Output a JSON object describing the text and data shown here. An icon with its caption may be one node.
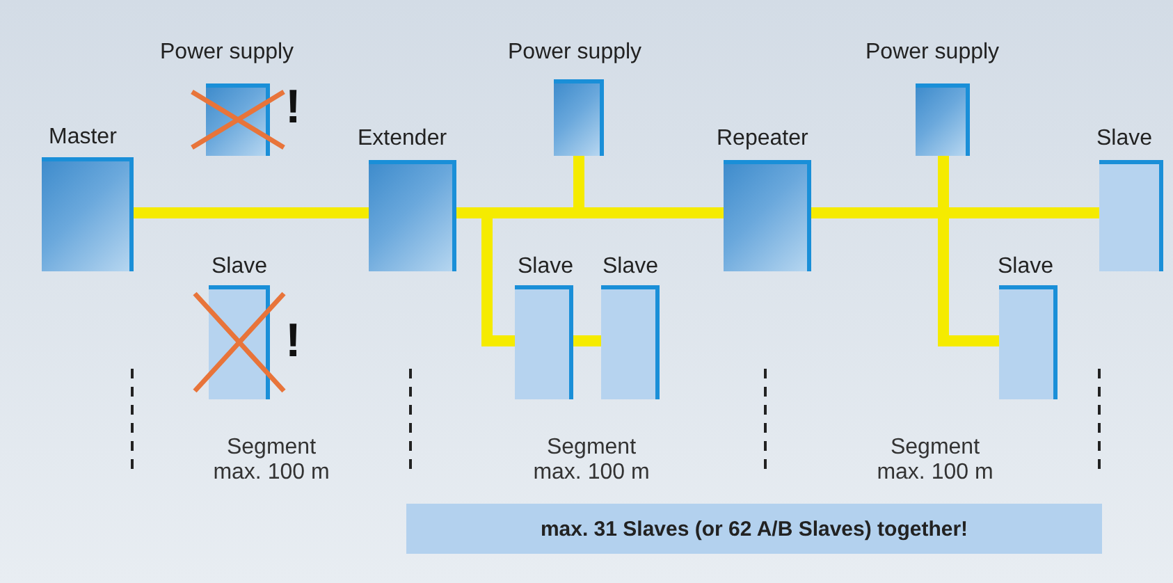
{
  "diagram": {
    "nodes": [
      {
        "text": [
          "Master"
        ]
      },
      {
        "text": [
          "Power supply"
        ],
        "beside": [
          "!"
        ]
      },
      {
        "text": [
          "Slave"
        ],
        "beside": [
          "!"
        ]
      },
      {
        "text": [
          "Extender"
        ]
      },
      {
        "text": [
          "Power supply"
        ]
      },
      {
        "text": [
          "Slave"
        ]
      },
      {
        "text": [
          "Slave"
        ]
      },
      {
        "text": [
          "Repeater"
        ]
      },
      {
        "text": [
          "Power supply"
        ]
      },
      {
        "text": [
          "Slave"
        ]
      },
      {
        "text": [
          "Slave"
        ]
      },
      {
        "text": [
          "max. 31 Slaves (or 62 A/B Slaves) together!"
        ]
      }
    ],
    "edges": [
      {
        "from": 0,
        "to": 3,
        "arrow": "none"
      },
      {
        "from": 3,
        "to": 4,
        "arrow": "none"
      },
      {
        "from": 3,
        "to": 5,
        "arrow": "none"
      },
      {
        "from": 5,
        "to": 6,
        "arrow": "none"
      },
      {
        "from": 3,
        "to": 7,
        "arrow": "none"
      },
      {
        "from": 7,
        "to": 8,
        "arrow": "none"
      },
      {
        "from": 7,
        "to": 9,
        "arrow": "none"
      },
      {
        "from": 7,
        "to": 10,
        "arrow": "none"
      }
    ],
    "labels": [
      "Segment max. 100 m",
      "Segment max. 100 m",
      "Segment max. 100 m"
    ]
  }
}
